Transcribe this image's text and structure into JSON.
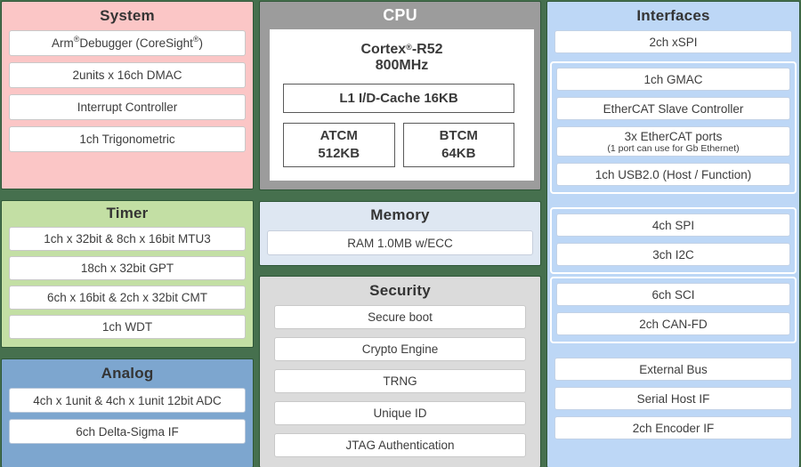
{
  "colors": {
    "background_green": "#46704E",
    "block_outline_green": "#2E5637",
    "system_pink": "#FBC6C6",
    "timer_green": "#C3DFA4",
    "analog_blue": "#7DA6CF",
    "cpu_gray": "#9C9C9C",
    "memory_blue_gray": "#DEE7F2",
    "security_gray": "#DBDBDB",
    "interfaces_blue": "#BDD7F6",
    "item_white": "#FFFFFF",
    "text_dark": "#3D3D3D"
  },
  "system": {
    "title": "System",
    "debugger": {
      "pre": "Arm",
      "reg1": "®",
      "mid": " Debugger (CoreSight",
      "reg2": "®",
      "post": ")"
    },
    "items": [
      "2units x 16ch DMAC",
      "Interrupt Controller",
      "1ch Trigonometric"
    ]
  },
  "timer": {
    "title": "Timer",
    "items": [
      "1ch x 32bit & 8ch x 16bit MTU3",
      "18ch x 32bit GPT",
      "6ch x 16bit & 2ch x 32bit CMT",
      "1ch WDT"
    ]
  },
  "analog": {
    "title": "Analog",
    "items": [
      "4ch x 1unit & 4ch x 1unit 12bit ADC",
      "6ch Delta-Sigma IF"
    ]
  },
  "cpu": {
    "title": "CPU",
    "core": {
      "pre": "Cortex",
      "reg": "®",
      "post": "-R52"
    },
    "frequency": "800MHz",
    "cache": "L1 I/D-Cache 16KB",
    "atcm": {
      "name": "ATCM",
      "size": "512KB"
    },
    "btcm": {
      "name": "BTCM",
      "size": "64KB"
    }
  },
  "memory": {
    "title": "Memory",
    "items": [
      "RAM 1.0MB w/ECC"
    ]
  },
  "security": {
    "title": "Security",
    "items": [
      "Secure boot",
      "Crypto Engine",
      "TRNG",
      "Unique ID",
      "JTAG Authentication"
    ]
  },
  "interfaces": {
    "title": "Interfaces",
    "xspi": "2ch xSPI",
    "gmac": "1ch GMAC",
    "ethercat_slave": "EtherCAT Slave Controller",
    "ethercat_ports": "3x EtherCAT ports",
    "ethercat_ports_note": "(1 port can use for Gb Ethernet)",
    "usb": "1ch USB2.0 (Host / Function)",
    "spi": "4ch SPI",
    "i2c": "3ch I2C",
    "sci": "6ch SCI",
    "can_fd": "2ch CAN-FD",
    "external_bus": "External Bus",
    "serial_host_if": "Serial Host IF",
    "encoder_if": "2ch Encoder IF"
  }
}
